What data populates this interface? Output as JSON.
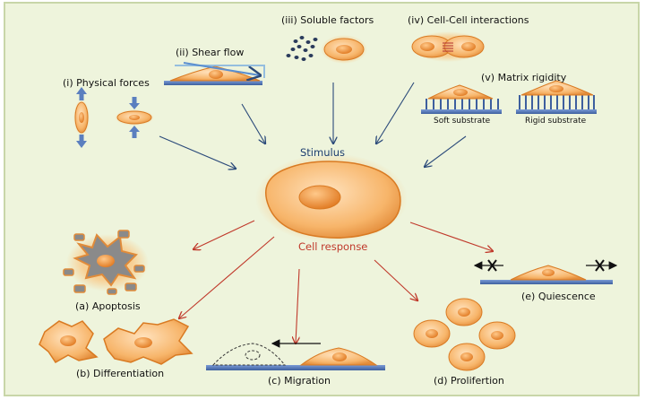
{
  "stimuli": {
    "physical_forces": "(i) Physical forces",
    "shear_flow": "(ii) Shear flow",
    "soluble_factors": "(iii) Soluble factors",
    "cell_cell": "(iv) Cell-Cell interactions",
    "matrix_rigidity": "(v) Matrix rigidity",
    "soft_substrate": "Soft substrate",
    "rigid_substrate": "Rigid substrate"
  },
  "center": {
    "stimulus": "Stimulus",
    "cell_response": "Cell response"
  },
  "responses": {
    "apoptosis": "(a) Apoptosis",
    "differentiation": "(b) Differentiation",
    "migration": "(c) Migration",
    "proliferation": "(d) Prolifertion",
    "quiescence": "(e) Quiescence"
  },
  "colors": {
    "background": "#eef4dc",
    "cell_fill": "#f7b56a",
    "cell_stroke": "#d97a22",
    "nucleus": "#f08a2c",
    "substrate": "#5b7fbf",
    "stimulus_arrow": "#2b4a7a",
    "response_arrow": "#c0392b",
    "apoptotic_body": "#8a8a8a"
  }
}
